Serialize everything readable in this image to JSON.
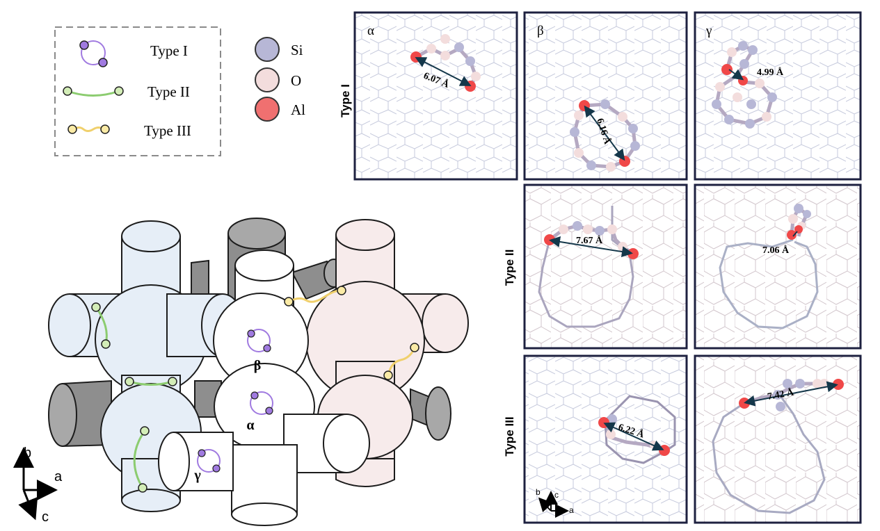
{
  "legend": {
    "types": [
      {
        "label": "Type I"
      },
      {
        "label": "Type II"
      },
      {
        "label": "Type III"
      }
    ],
    "atoms": [
      {
        "label": "Si",
        "color": "#b7b7d6"
      },
      {
        "label": "O",
        "color": "#f3dddd"
      },
      {
        "label": "Al",
        "color": "#f07070"
      }
    ]
  },
  "colors": {
    "type_i": "#a07ae0",
    "type_i_dot": "#a07ae0",
    "type_ii": "#8ccc70",
    "type_ii_dot": "#d3edb7",
    "type_iii": "#f0d06c",
    "type_iii_dot": "#fbeba6",
    "blue_cage": "#e6eef7",
    "pink_cage": "#f7ebeb",
    "white_cage": "#ffffff",
    "gray_cage": "#8e8e8e",
    "panel_border": "#1e2140",
    "arrow": "#14374a"
  },
  "site_labels": {
    "alpha": "α",
    "beta": "β",
    "gamma": "γ"
  },
  "axes": {
    "b": "b",
    "a": "a",
    "c": "c"
  },
  "row_labels": {
    "type_i": "Type I",
    "type_ii": "Type II",
    "type_iii": "Type III"
  },
  "panels": [
    {
      "id": "I-alpha",
      "corner": "α",
      "distance": "6.07 Å"
    },
    {
      "id": "I-beta",
      "corner": "β",
      "distance": "6.16 Å"
    },
    {
      "id": "I-gamma",
      "corner": "γ",
      "distance": "4.99 Å"
    },
    {
      "id": "II-1",
      "corner": "",
      "distance": "7.67 Å"
    },
    {
      "id": "II-2",
      "corner": "",
      "distance": "7.06 Å"
    },
    {
      "id": "III-1",
      "corner": "",
      "distance": "6.22 Å"
    },
    {
      "id": "III-2",
      "corner": "",
      "distance": "7.42 Å"
    }
  ],
  "small_axes": {
    "b": "b",
    "c": "c",
    "a": "a"
  }
}
